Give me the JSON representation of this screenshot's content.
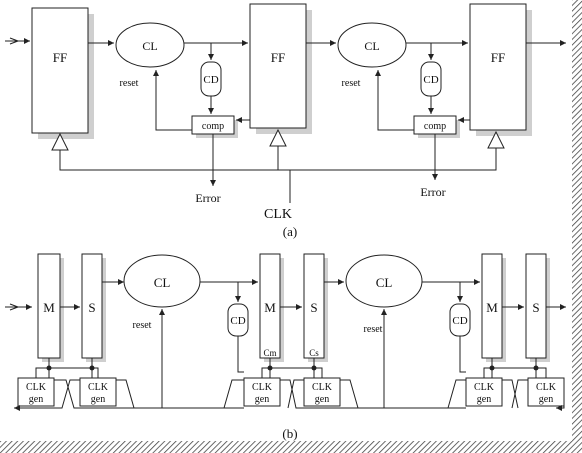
{
  "figure_a": {
    "caption": "(a)",
    "ff_label": "FF",
    "cl_label": "CL",
    "cd_label": "CD",
    "comp_label": "comp",
    "reset_label": "reset",
    "error_label": "Error",
    "clk_label": "CLK"
  },
  "figure_b": {
    "caption": "(b)",
    "master_label": "M",
    "slave_label": "S",
    "cl_label": "CL",
    "cd_label": "CD",
    "reset_label": "reset",
    "cm_label": "Cm",
    "cs_label": "Cs",
    "clkgen_line1": "CLK",
    "clkgen_line2": "gen"
  },
  "colors": {
    "line": "#222222",
    "shadow": "#cfcfcf",
    "border_hatch": "#555555"
  }
}
